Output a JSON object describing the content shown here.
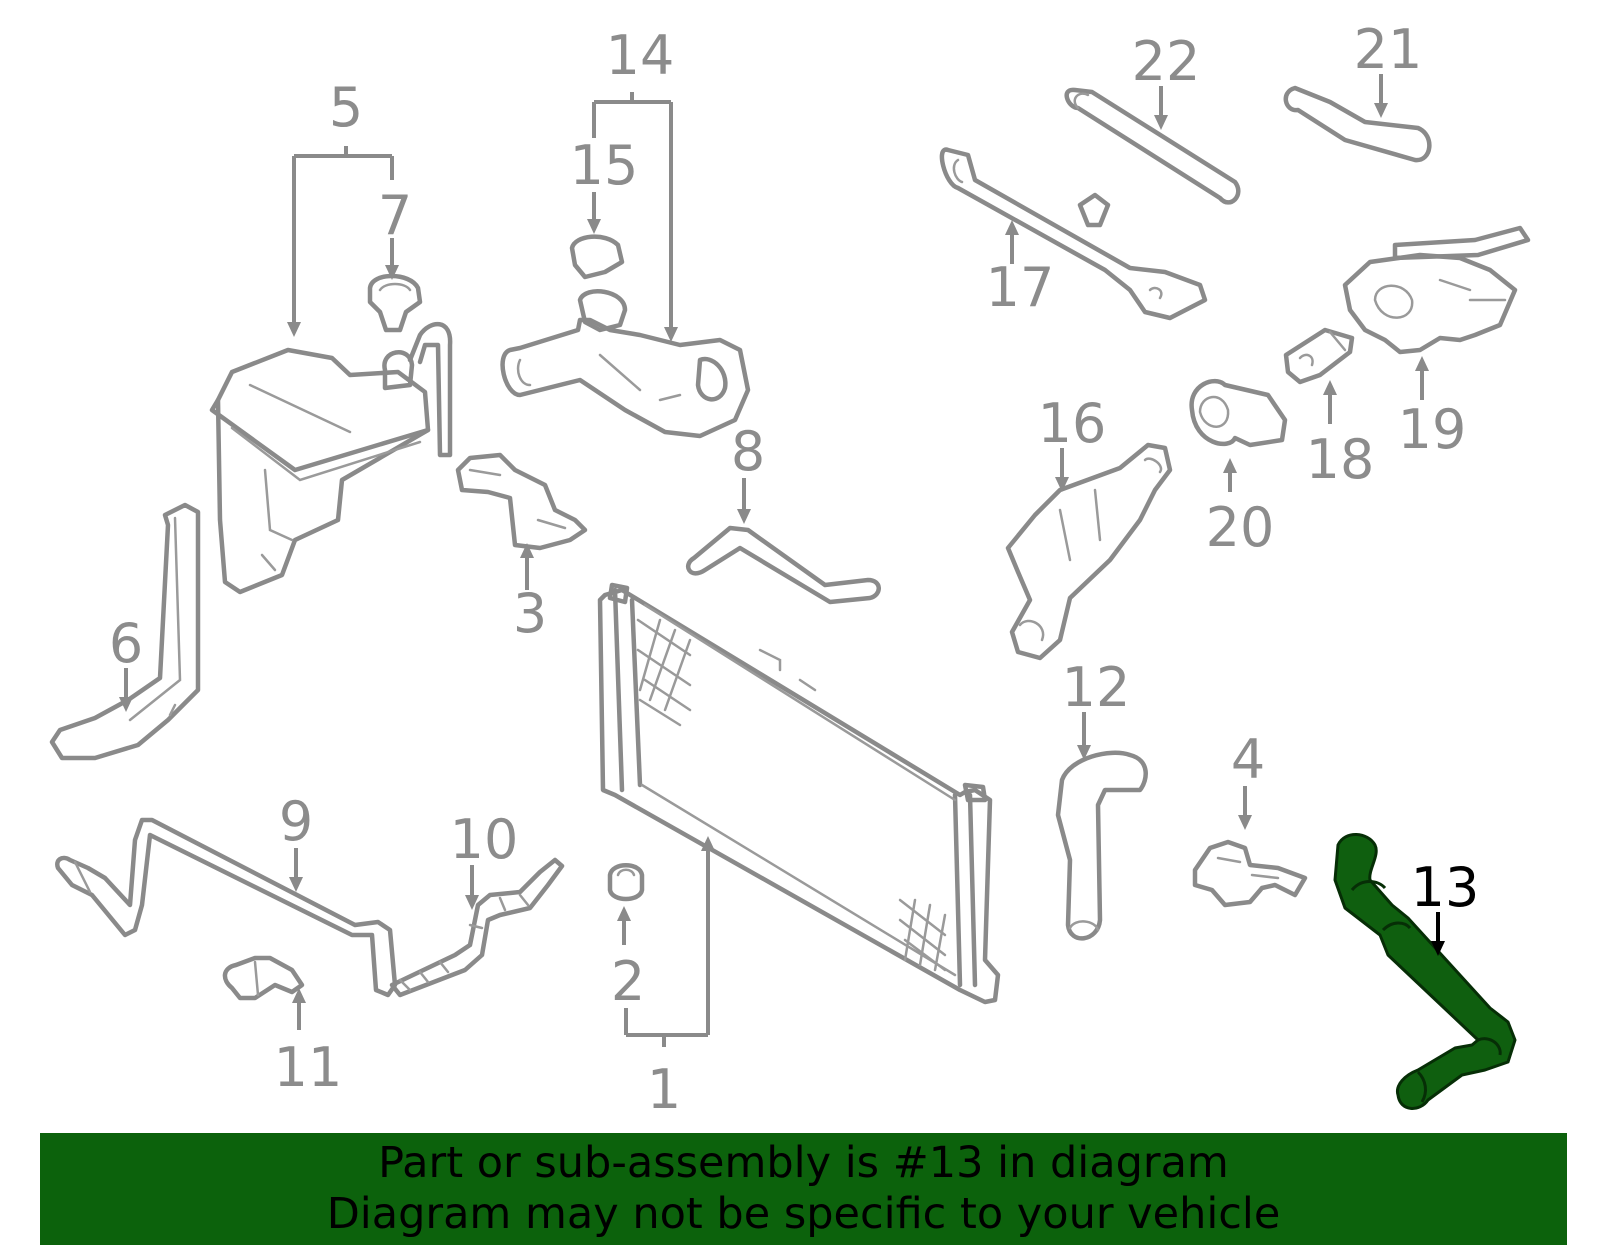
{
  "callouts": {
    "c1": "1",
    "c2": "2",
    "c3": "3",
    "c4": "4",
    "c5": "5",
    "c6": "6",
    "c7": "7",
    "c8": "8",
    "c9": "9",
    "c10": "10",
    "c11": "11",
    "c12": "12",
    "c13": "13",
    "c14": "14",
    "c15": "15",
    "c16": "16",
    "c17": "17",
    "c18": "18",
    "c19": "19",
    "c20": "20",
    "c21": "21",
    "c22": "22"
  },
  "highlight": {
    "part": "13",
    "color": "#0c620c"
  },
  "banner": {
    "line1": "Part or sub-assembly is #13 in diagram",
    "line2": "Diagram may not be specific to your vehicle"
  }
}
